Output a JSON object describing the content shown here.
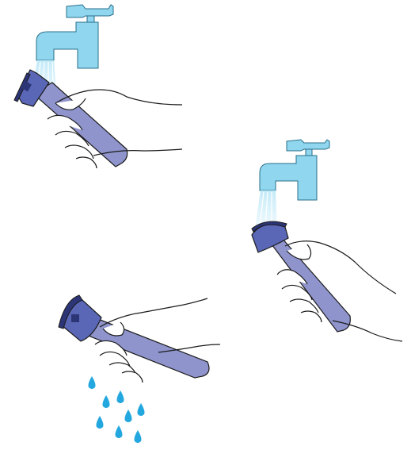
{
  "figure": {
    "panels": [
      {
        "step": "rinse-filter-under-tap",
        "icons": [
          "faucet-icon",
          "water-stream-icon",
          "filter-cartridge-icon",
          "hand-icon"
        ]
      },
      {
        "step": "rinse-filter-inlet-under-tap",
        "icons": [
          "faucet-icon",
          "water-stream-icon",
          "filter-cartridge-icon",
          "hand-icon"
        ]
      },
      {
        "step": "drain-filter-water",
        "icons": [
          "filter-cartridge-icon",
          "hand-icon",
          "water-drop-icon"
        ]
      }
    ],
    "colors": {
      "faucet": "#8fd6ee",
      "faucet_outline": "#2a6f8a",
      "filter_body": "#8f94cc",
      "filter_cap": "#5a67b6",
      "filter_cap_dark": "#2c3575",
      "stream": "#bfe8f7",
      "drop": "#23a7df",
      "outline": "#1b1b1b"
    }
  }
}
